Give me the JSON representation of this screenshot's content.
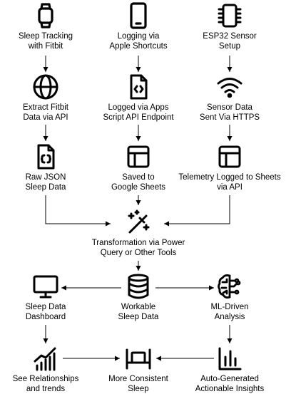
{
  "nodes": {
    "sleep_tracking": "Sleep Tracking\nwith Fitbit",
    "logging_shortcuts": "Logging via\nApple Shortcuts",
    "esp32_setup": "ESP32 Sensor\nSetup",
    "extract_fitbit": "Extract Fitbit\nData via API",
    "logged_apps_script": "Logged via Apps\nScript API Endpoint",
    "sensor_https": "Sensor Data\nSent Via HTTPS",
    "raw_json": "Raw JSON\nSleep Data",
    "saved_sheets": "Saved to\nGoogle Sheets",
    "telemetry_sheets": "Telemetry Logged to Sheets\nvia API",
    "transformation": "Transformation via Power\nQuery or Other Tools",
    "dashboard": "Sleep Data\nDashboard",
    "workable": "Workable\nSleep Data",
    "ml_analysis": "ML-Driven\nAnalysis",
    "relationships": "See Relationships\nand trends",
    "consistent_sleep": "More Consistent\nSleep",
    "auto_insights": "Auto-Generated\nActionable Insights"
  },
  "icons": {
    "sleep_tracking": "smartwatch-icon",
    "logging_shortcuts": "smartphone-icon",
    "esp32_setup": "microchip-icon",
    "extract_fitbit": "globe-icon",
    "logged_apps_script": "code-file-icon",
    "sensor_https": "wifi-icon",
    "raw_json": "json-file-icon",
    "saved_sheets": "spreadsheet-icon",
    "telemetry_sheets": "spreadsheet-icon",
    "transformation": "magic-wand-icon",
    "dashboard": "monitor-icon",
    "workable": "database-icon",
    "ml_analysis": "brain-circuit-icon",
    "relationships": "trend-chart-icon",
    "consistent_sleep": "bed-icon",
    "auto_insights": "bar-chart-icon"
  }
}
